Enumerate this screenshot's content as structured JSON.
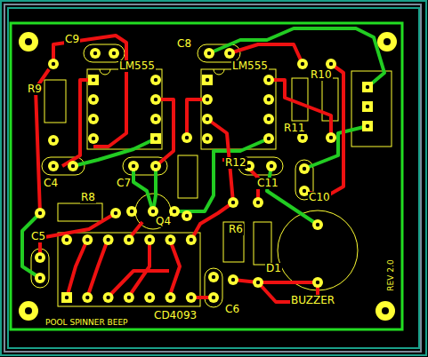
{
  "diagram": {
    "labels": [
      "C9",
      "C8",
      "LM555",
      "LM555",
      "R9",
      "R10",
      "R11",
      "R12",
      "C4",
      "C7",
      "C11",
      "C10",
      "R8",
      "Q4",
      "C5",
      "R6",
      "D1",
      "BUZZER",
      "CD4093",
      "C6",
      "POOL SPINNER BEEP",
      "REV 2.0"
    ]
  }
}
